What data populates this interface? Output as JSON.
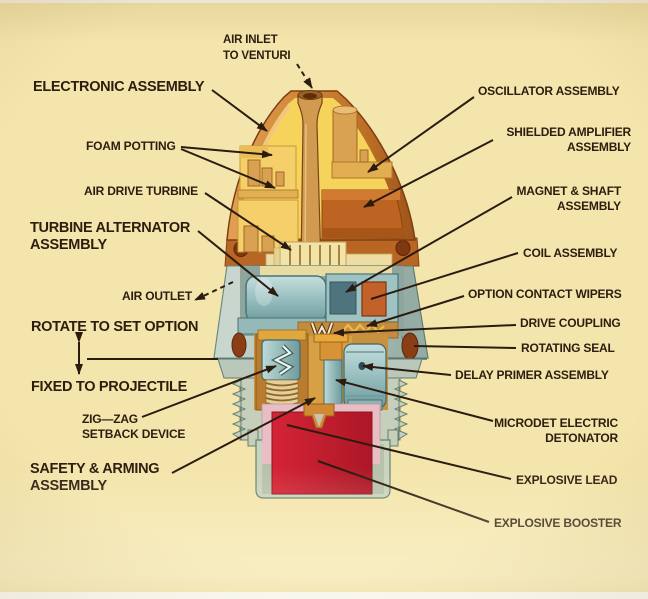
{
  "colors": {
    "background": "#F4E5AC",
    "label_text": "#2E1D0F",
    "leader_line": "#2B1B10",
    "nose_orange": "#CE8134",
    "interior_yellow": "#F6D45C",
    "body_gray": "#AEC2BA",
    "component_teal": "#9CC2C2",
    "coil_orange": "#C2622A",
    "explosive_red": "#CB2030",
    "lead_pink": "#E7BEC4"
  },
  "labels": {
    "air_inlet": {
      "line1": "AIR INLET",
      "line2": "TO VENTURI"
    },
    "electronic_assembly": {
      "text": "ELECTRONIC ASSEMBLY"
    },
    "oscillator_assembly": {
      "text": "OSCILLATOR ASSEMBLY"
    },
    "foam_potting": {
      "text": "FOAM POTTING"
    },
    "shielded_amplifier_assembly": {
      "line1": "SHIELDED AMPLIFIER",
      "line2": "ASSEMBLY"
    },
    "air_drive_turbine": {
      "text": "AIR DRIVE TURBINE"
    },
    "magnet_shaft_assembly": {
      "line1": "MAGNET & SHAFT",
      "line2": "ASSEMBLY"
    },
    "turbine_alternator_assembly": {
      "line1": "TURBINE ALTERNATOR",
      "line2": "ASSEMBLY"
    },
    "coil_assembly": {
      "text": "COIL ASSEMBLY"
    },
    "air_outlet": {
      "text": "AIR OUTLET"
    },
    "option_contact_wipers": {
      "text": "OPTION CONTACT WIPERS"
    },
    "rotate_to_set_option": {
      "text": "ROTATE TO SET OPTION"
    },
    "drive_coupling": {
      "text": "DRIVE COUPLING"
    },
    "rotating_seal": {
      "text": "ROTATING SEAL"
    },
    "fixed_to_projectile": {
      "text": "FIXED TO PROJECTILE"
    },
    "delay_primer_assembly": {
      "text": "DELAY PRIMER ASSEMBLY"
    },
    "zig_zag_setback_device": {
      "line1": "ZIG—ZAG",
      "line2": "SETBACK DEVICE"
    },
    "microdet_electric_detonator": {
      "line1": "MICRODET ELECTRIC",
      "line2": "DETONATOR"
    },
    "safety_arming_assembly": {
      "line1": "SAFETY & ARMING",
      "line2": "ASSEMBLY"
    },
    "explosive_lead": {
      "text": "EXPLOSIVE LEAD"
    },
    "explosive_booster": {
      "text": "EXPLOSIVE BOOSTER"
    }
  }
}
